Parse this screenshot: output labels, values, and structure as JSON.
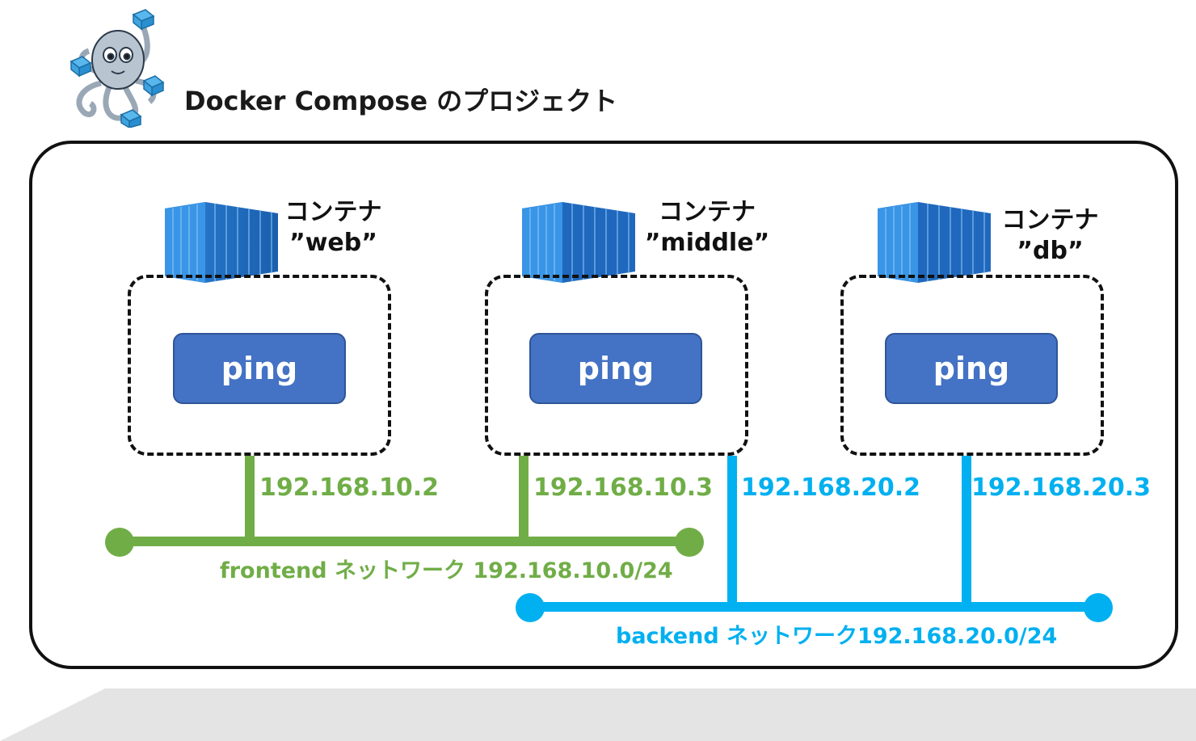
{
  "project": {
    "title": "Docker Compose のプロジェクト"
  },
  "containers": [
    {
      "label_line1": "コンテナ",
      "label_line2": "”web”",
      "process": "ping"
    },
    {
      "label_line1": "コンテナ",
      "label_line2": "”middle”",
      "process": "ping"
    },
    {
      "label_line1": "コンテナ",
      "label_line2": "”db”",
      "process": "ping"
    }
  ],
  "networks": {
    "frontend": {
      "label": "frontend ネットワーク 192.168.10.0/24",
      "color": "#70AD47",
      "ips": [
        "192.168.10.2",
        "192.168.10.3"
      ]
    },
    "backend": {
      "label": "backend ネットワーク192.168.20.0/24",
      "color": "#00B0F0",
      "ips": [
        "192.168.20.2",
        "192.168.20.3"
      ]
    }
  },
  "icons": {
    "logo": "docker-compose-octopus-icon",
    "container": "shipping-container-icon"
  }
}
